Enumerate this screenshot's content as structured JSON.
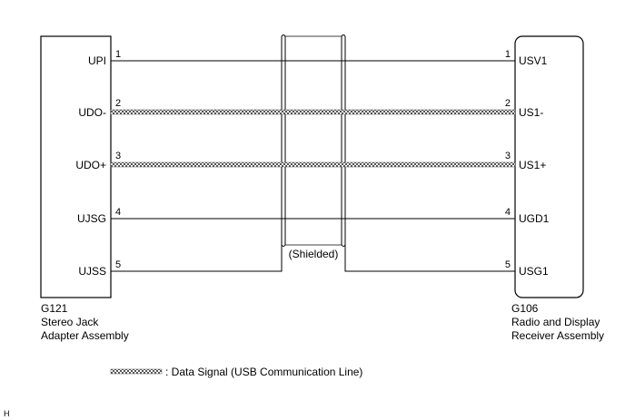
{
  "left_component": {
    "code": "G121",
    "name_lines": [
      "Stereo Jack",
      "Adapter Assembly"
    ]
  },
  "right_component": {
    "code": "G106",
    "name_lines": [
      "Radio and Display",
      "Receiver Assembly"
    ]
  },
  "wires": [
    {
      "pin": "1",
      "left_label": "UPI",
      "right_label": "USV1",
      "type": "plain"
    },
    {
      "pin": "2",
      "left_label": "UDO-",
      "right_label": "US1-",
      "type": "data"
    },
    {
      "pin": "3",
      "left_label": "UDO+",
      "right_label": "US1+",
      "type": "data"
    },
    {
      "pin": "4",
      "left_label": "UJSG",
      "right_label": "UGD1",
      "type": "plain"
    },
    {
      "pin": "5",
      "left_label": "UJSS",
      "right_label": "USG1",
      "type": "plain"
    }
  ],
  "shield": {
    "label": "(Shielded)"
  },
  "legend": {
    "text": ": Data Signal (USB Communication Line)"
  },
  "corner_mark": "H"
}
